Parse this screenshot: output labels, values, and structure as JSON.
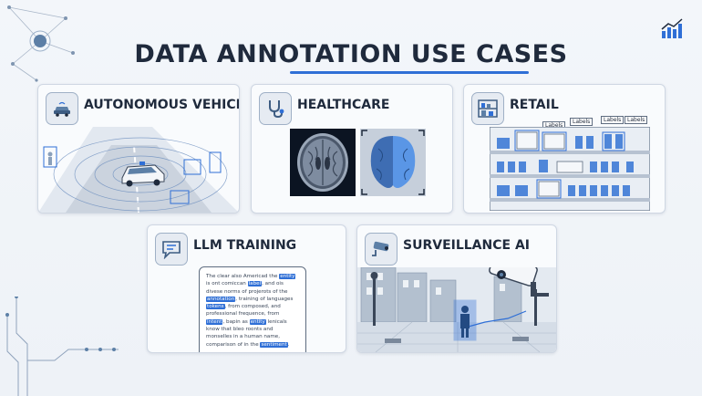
{
  "page": {
    "title": "DATA ANNOTATION USE CASES",
    "accent_color": "#2f6fd6",
    "corner_icon": "bar-chart-growth-icon"
  },
  "cards": [
    {
      "id": "autonomous",
      "label": "AUTONOMOUS VEHICLES",
      "icon": "car-sensor-icon"
    },
    {
      "id": "healthcare",
      "label": "HEALTHCARE",
      "icon": "stethoscope-icon"
    },
    {
      "id": "retail",
      "label": "RETAIL",
      "icon": "store-shelf-icon"
    },
    {
      "id": "llm",
      "label": "LLM TRAINING",
      "icon": "chat-bubble-icon"
    },
    {
      "id": "surveillance",
      "label": "SURVEILLANCE AI",
      "icon": "security-camera-icon"
    }
  ],
  "retail_tags": [
    "Labels",
    "Labels",
    "Labels",
    "Labels"
  ],
  "llm_text": {
    "segments": [
      {
        "t": "The clear also Americad the ",
        "hl": false
      },
      {
        "t": "entity",
        "hl": true
      },
      {
        "t": " is ont comiccan ",
        "hl": false
      },
      {
        "t": "label",
        "hl": true
      },
      {
        "t": ", and ois divese norms of projerots of the ",
        "hl": false
      },
      {
        "t": "annotation",
        "hl": true
      },
      {
        "t": ", training of languages ",
        "hl": false
      },
      {
        "t": "tokens",
        "hl": true
      },
      {
        "t": ", from composed, and professional frequence, from ",
        "hl": false
      },
      {
        "t": "intent",
        "hl": true
      },
      {
        "t": ", bapin as ",
        "hl": false
      },
      {
        "t": "entity",
        "hl": true
      },
      {
        "t": " lenicals know that bleo roonts and monselles in a human name, comparison of in the ",
        "hl": false
      },
      {
        "t": "sentiment",
        "hl": true
      },
      {
        "t": ".",
        "hl": false
      }
    ]
  }
}
